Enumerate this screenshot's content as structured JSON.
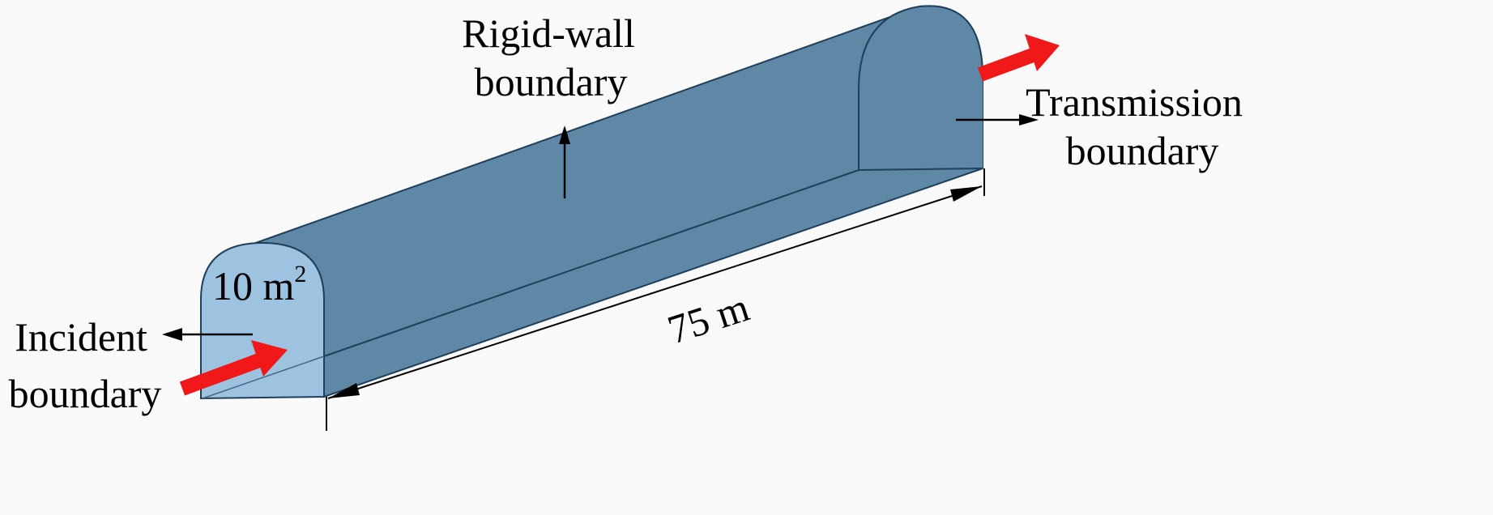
{
  "labels": {
    "rigid_wall_line1": "Rigid-wall",
    "rigid_wall_line2": "boundary",
    "transmission_line1": "Transmission",
    "transmission_line2": "boundary",
    "incident_line1": "Incident",
    "incident_line2": "boundary",
    "area": "10 m",
    "area_sup": "2",
    "length": "75 m"
  },
  "colors": {
    "background": "#fafafa",
    "tunnel_body": "#5f87a6",
    "tunnel_front_face": "#9dc3e0",
    "outline": "#1f3f5a",
    "flow_arrow": "#f01818"
  }
}
